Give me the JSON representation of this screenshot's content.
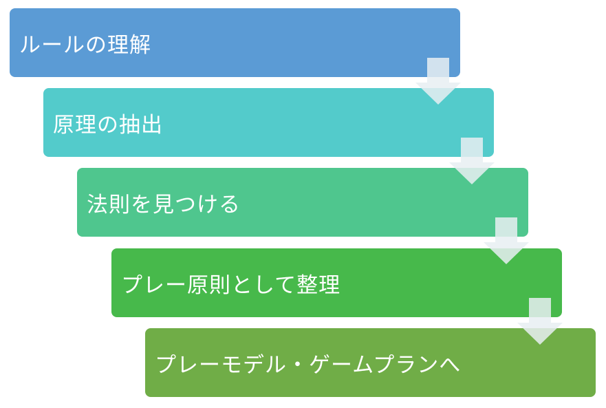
{
  "steps": [
    {
      "label": "ルールの理解",
      "color": "#5b9bd5"
    },
    {
      "label": "原理の抽出",
      "color": "#53cbcb"
    },
    {
      "label": "法則を見つける",
      "color": "#4fc68e"
    },
    {
      "label": "プレー原則として整理",
      "color": "#47b94b"
    },
    {
      "label": "プレーモデル・ゲームプランへ",
      "color": "#70ad47"
    }
  ],
  "arrow_color": "#e8eef2"
}
